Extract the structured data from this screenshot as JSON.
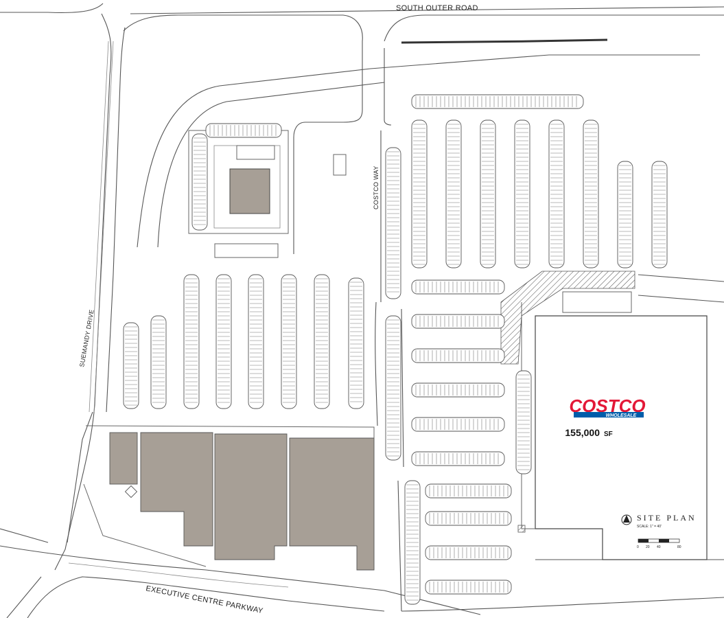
{
  "roads": {
    "south_outer_road": "SOUTH OUTER ROAD",
    "costco_way": "COSTCO WAY",
    "sumandy_drive": "SUEMANDY DRIVE",
    "executive_centre_parkway": "EXECUTIVE CENTRE PARKWAY"
  },
  "anchor": {
    "logo_top": "COSTCO",
    "logo_bottom": "WHOLESALE",
    "area_value": "155,000",
    "area_unit": "SF",
    "logo_red": "#e31837",
    "logo_blue": "#005daa"
  },
  "legend": {
    "title": "SITE PLAN",
    "scale_text": "SCALE:  1\" = 40'",
    "scale_ticks": [
      "0",
      "20",
      "40",
      "80"
    ]
  },
  "colors": {
    "building_fill": "#a79f96",
    "linework": "#555555"
  }
}
